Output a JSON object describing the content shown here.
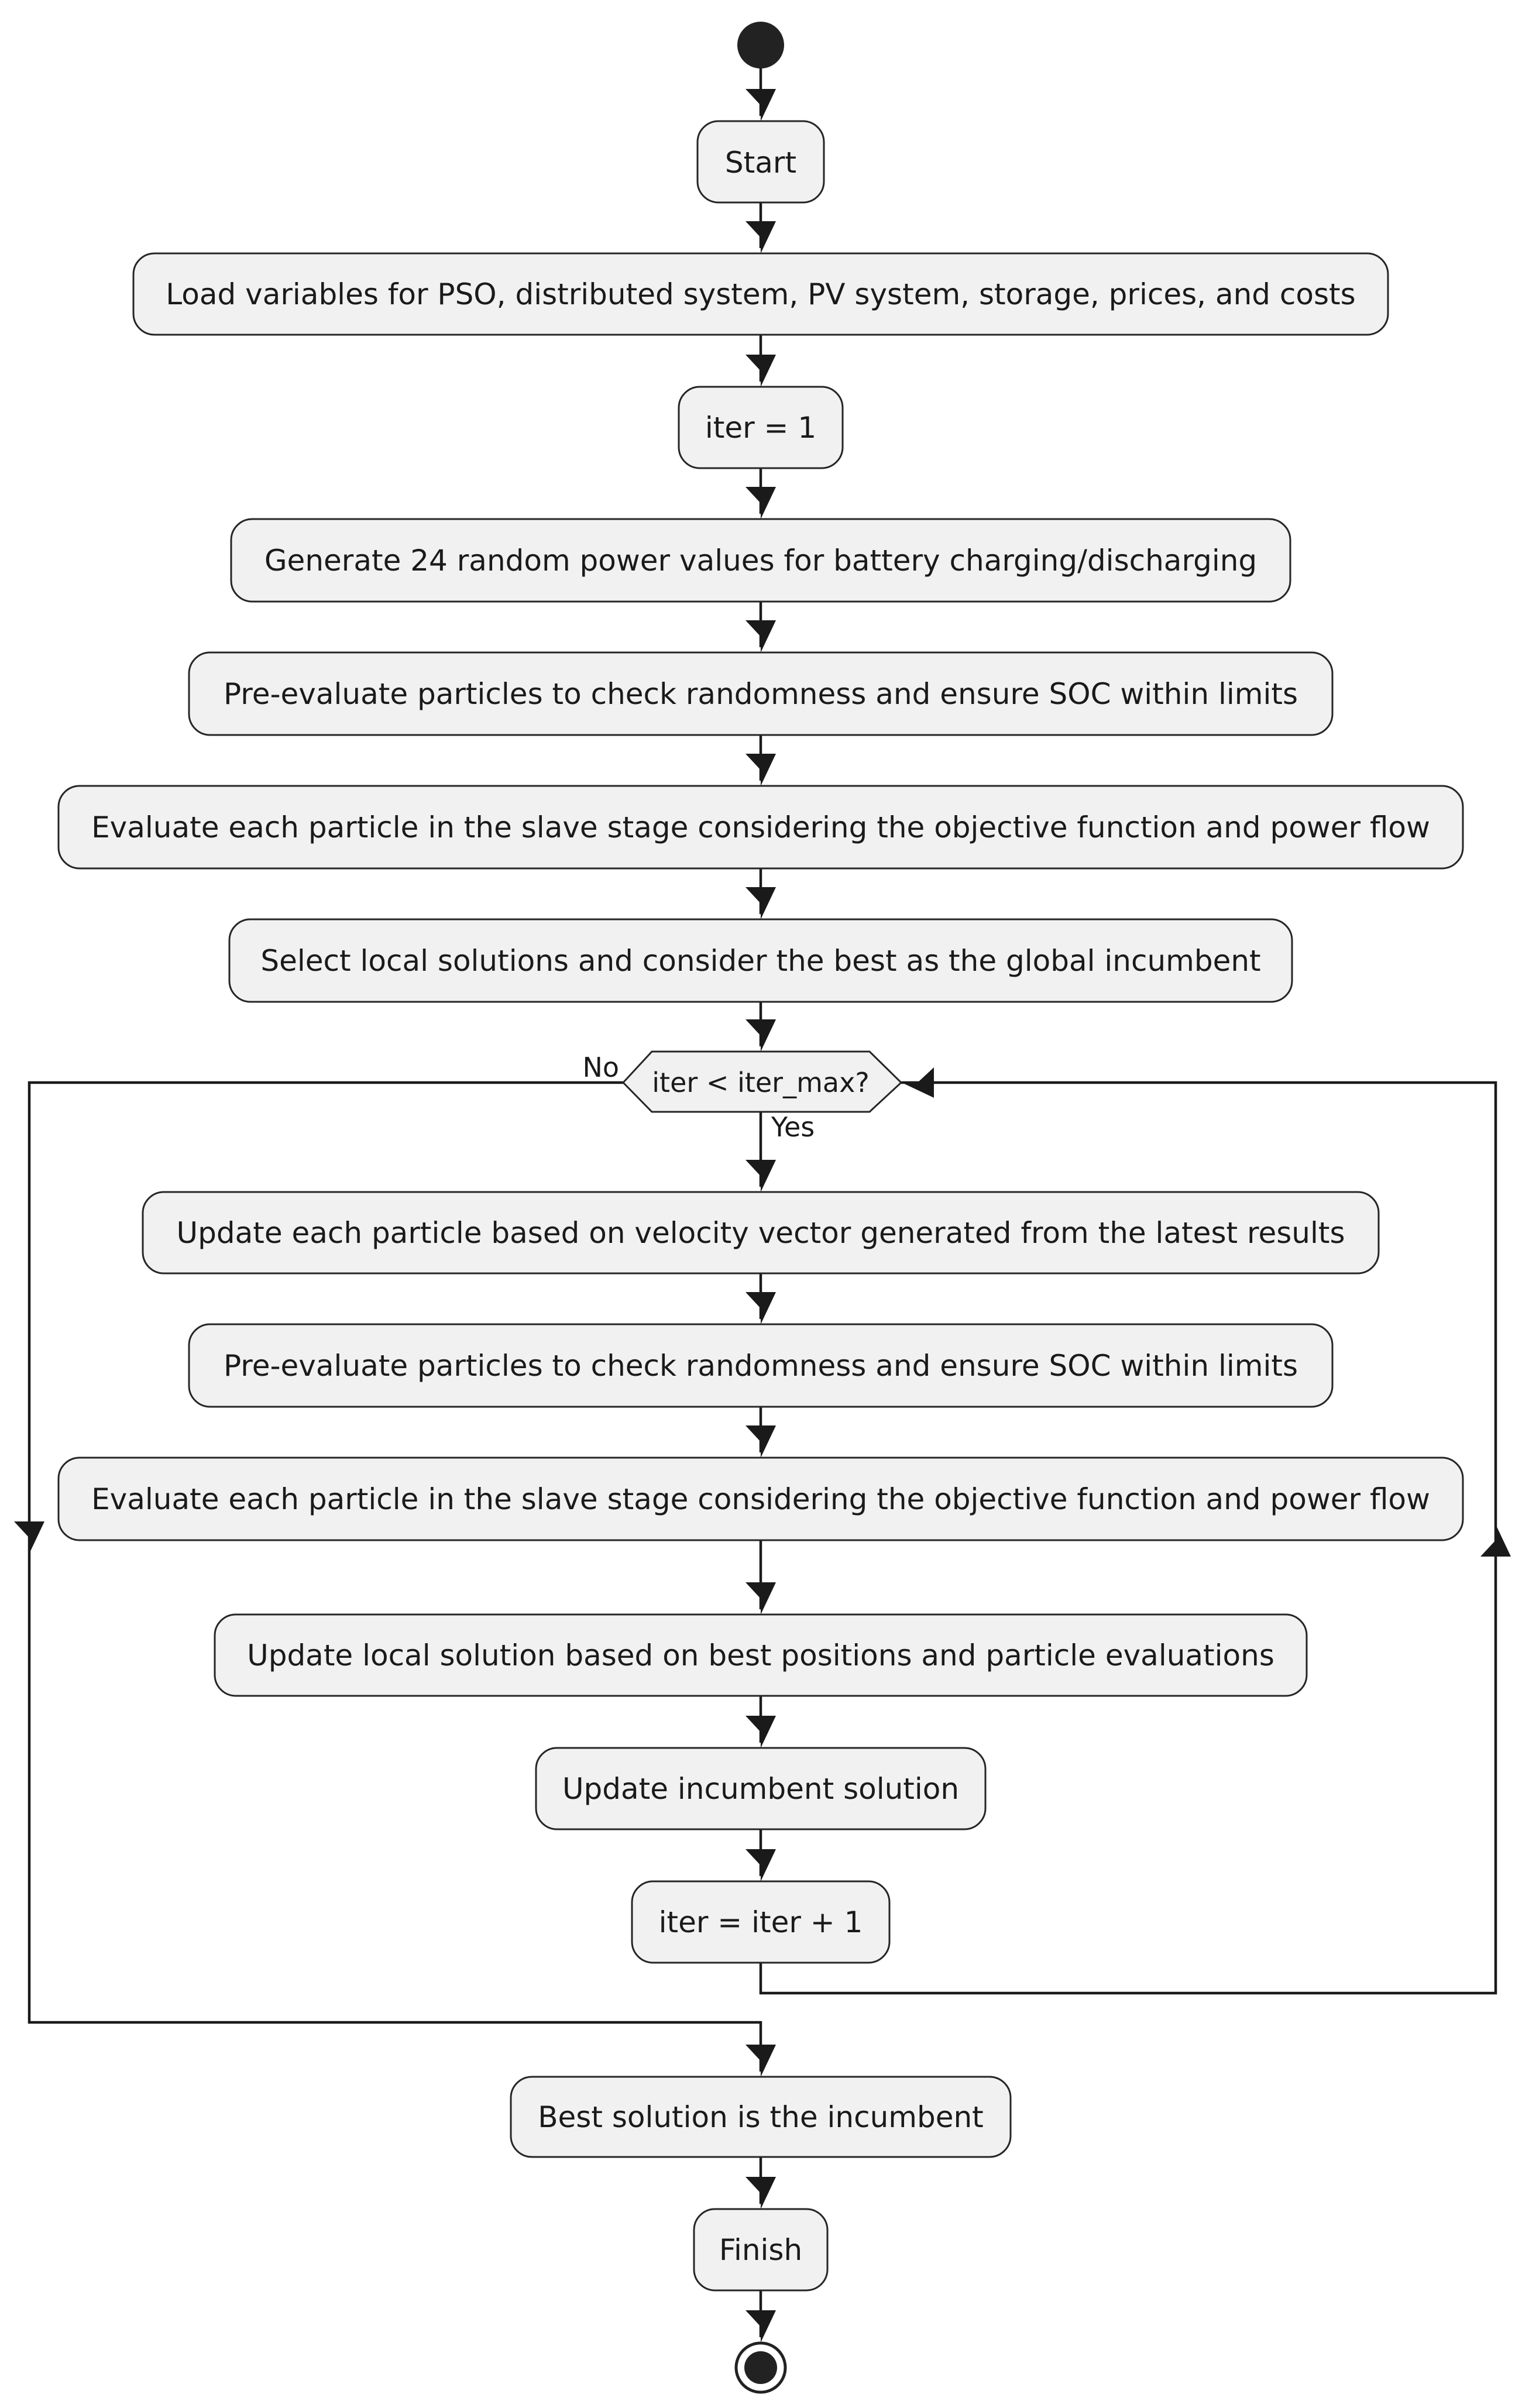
{
  "diagram": {
    "start_label": "Start",
    "load_vars": "Load variables for PSO, distributed system, PV system, storage, prices, and costs",
    "iter_init": "iter = 1",
    "generate": "Generate 24 random power values for battery charging/discharging",
    "preeval_1": "Pre-evaluate particles to check randomness and ensure SOC within limits",
    "evaluate_1": "Evaluate each particle in the slave stage considering the objective function and power flow",
    "select_local": "Select local solutions and consider the best as the global incumbent",
    "decision": "iter < iter_max?",
    "decision_yes": "Yes",
    "decision_no": "No",
    "update_velocity": "Update each particle based on velocity vector generated from the latest results",
    "preeval_2": "Pre-evaluate particles to check randomness and ensure SOC within limits",
    "evaluate_2": "Evaluate each particle in the slave stage considering the objective function and power flow",
    "update_local": "Update local solution based on best positions and particle evaluations",
    "update_incumbent": "Update incumbent solution",
    "iter_increment": "iter = iter + 1",
    "best_solution": "Best solution is the incumbent",
    "finish_label": "Finish"
  }
}
